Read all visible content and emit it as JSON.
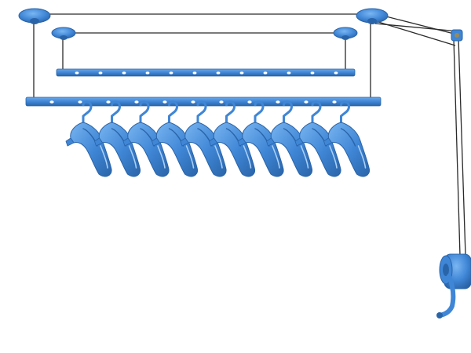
{
  "image": {
    "subject": "ceiling-mounted-clothes-drying-rack",
    "hanger_count": 10,
    "rod_count": 2,
    "ceiling_mount_count": 4,
    "has_hand_crank": true
  },
  "colors": {
    "background": "#ffffff",
    "rack_blue": "#3f86d6",
    "rack_blue_dark": "#2a64a8",
    "rack_blue_light": "#6aa8ea",
    "cable": "#2a2a2a",
    "hole": "#ffffff"
  }
}
